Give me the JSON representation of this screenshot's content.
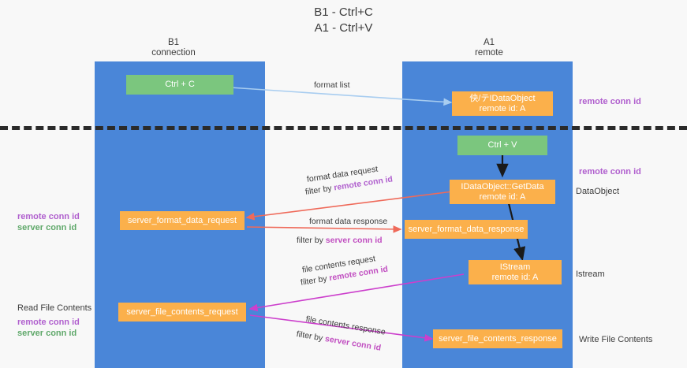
{
  "title": {
    "line1": "B1 - Ctrl+C",
    "line2": "A1 - Ctrl+V"
  },
  "lanes": [
    {
      "id": "b1",
      "name": "B1",
      "role": "connection"
    },
    {
      "id": "a1",
      "name": "A1",
      "role": "remote"
    }
  ],
  "boxes": {
    "ctrl_c": "Ctrl + C",
    "ctrl_v": "Ctrl + V",
    "idataobject_line1": "佒/テIDataObject",
    "idataobject_line2": "remote id: A",
    "getdata_line1": "IDataObject::GetData",
    "getdata_line2": "remote id: A",
    "istream_line1": "IStream",
    "istream_line2": "remote id: A",
    "server_format_data_request": "server_format_data_request",
    "server_format_data_response": "server_format_data_response",
    "server_file_contents_request": "server_file_contents_request",
    "server_file_contents_response": "server_file_contents_response"
  },
  "edges": {
    "format_list": "format list",
    "format_data_request": "format data request",
    "format_data_request_filter_prefix": "filter by ",
    "format_data_request_filter_key": "remote conn id",
    "format_data_response": "format data response",
    "format_data_response_filter_prefix": "filter by ",
    "format_data_response_filter_key": "server conn id",
    "file_contents_request": "file contents request",
    "file_contents_request_filter_prefix": "filter by ",
    "file_contents_request_filter_key": "remote conn id",
    "file_contents_response": "file contents response",
    "file_contents_response_filter_prefix": "filter by ",
    "file_contents_response_filter_key": "server conn id"
  },
  "annotations": {
    "right_remote_conn_id_top": "remote conn id",
    "right_remote_conn_id_mid": "remote conn id",
    "right_dataobject": "DataObject",
    "right_istream": "Istream",
    "right_write_file_contents": "Write File Contents",
    "left_remote_conn_id_mid": "remote conn id",
    "left_server_conn_id_mid": "server conn id",
    "left_read_file_contents": "Read File Contents",
    "left_remote_conn_id_bottom": "remote conn id",
    "left_server_conn_id_bottom": "server conn id"
  },
  "colors": {
    "lane": "#4a86d8",
    "green_box": "#7bc67e",
    "orange_box": "#fbb04b",
    "purple_key": "#b05fce",
    "green_key": "#5fa86a",
    "red_arrow": "#ef6a5a",
    "magenta_arrow": "#cc3fcc",
    "blue_arrow": "#a8cdf0",
    "black_arrow": "#1a1a1a",
    "divider": "#2b2b2b",
    "background": "#f8f8f8"
  }
}
